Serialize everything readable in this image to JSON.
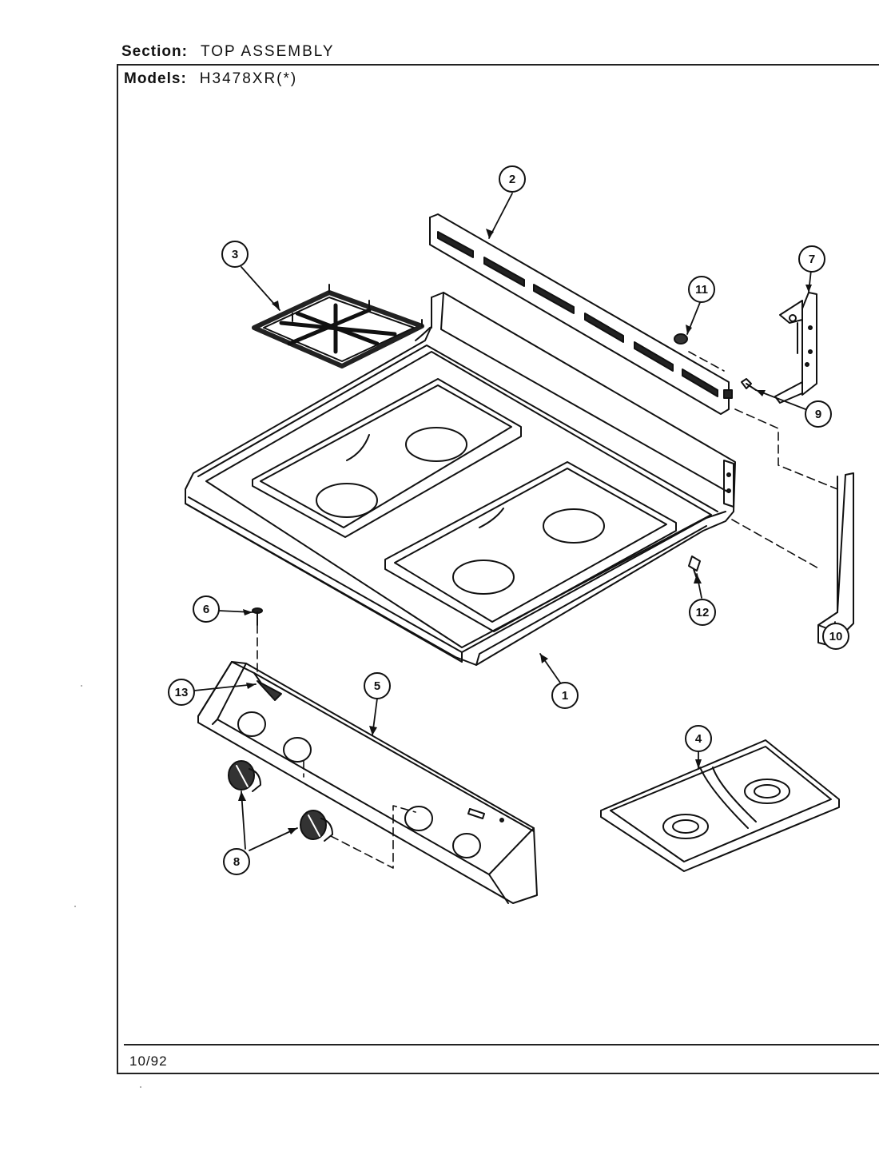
{
  "header": {
    "section_label": "Section:",
    "section_value": "TOP ASSEMBLY",
    "models_label": "Models:",
    "models_value": "H3478XR(*)"
  },
  "footer": {
    "date": "10/92"
  },
  "callouts": [
    {
      "id": "1",
      "name": "maintop"
    },
    {
      "id": "2",
      "name": "backguard-trim"
    },
    {
      "id": "3",
      "name": "burner-grate"
    },
    {
      "id": "4",
      "name": "burner-box"
    },
    {
      "id": "5",
      "name": "control-panel"
    },
    {
      "id": "6",
      "name": "screw"
    },
    {
      "id": "7",
      "name": "hinge-bracket"
    },
    {
      "id": "8",
      "name": "knob"
    },
    {
      "id": "9",
      "name": "screw-side"
    },
    {
      "id": "10",
      "name": "side-trim"
    },
    {
      "id": "11",
      "name": "clip"
    },
    {
      "id": "12",
      "name": "fastener"
    },
    {
      "id": "13",
      "name": "badge"
    }
  ]
}
